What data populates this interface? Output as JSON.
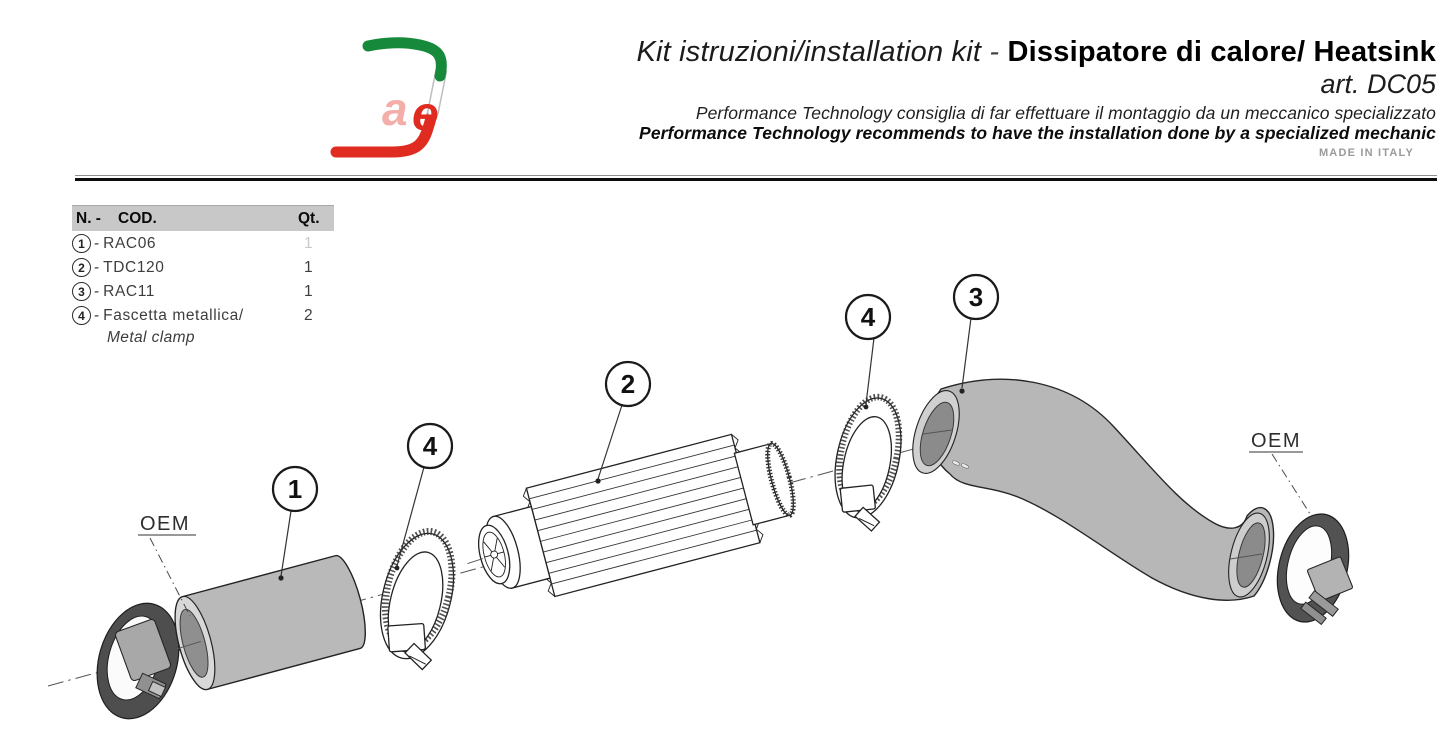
{
  "header": {
    "logo_text_a": "a",
    "logo_text_e": "e",
    "title_italic": "Kit istruzioni/installation kit",
    "title_separator": " - ",
    "title_bold": "Dissipatore di calore/ Heatsink",
    "article": "art. DC05",
    "subtitle_it": "Performance Technology consiglia di far effettuare il montaggio da un meccanico specializzato",
    "subtitle_en": "Performance Technology recommends to have the installation done by a specialized mechanic",
    "made_in": "MADE IN ITALY",
    "colors": {
      "green": "#168a3a",
      "red": "#e02b20"
    }
  },
  "parts_table": {
    "col_number": "N. -",
    "col_code": "COD.",
    "col_qty": "Qt.",
    "rows": [
      {
        "num": "1",
        "code": "RAC06",
        "qty": "1"
      },
      {
        "num": "2",
        "code": "TDC120",
        "qty": "1"
      },
      {
        "num": "3",
        "code": "RAC11",
        "qty": "1"
      },
      {
        "num": "4",
        "code": "Fascetta metallica/",
        "code_line2": "Metal clamp",
        "qty": "2"
      }
    ]
  },
  "diagram": {
    "callouts": [
      {
        "label": "1"
      },
      {
        "label": "4"
      },
      {
        "label": "2"
      },
      {
        "label": "4"
      },
      {
        "label": "3"
      }
    ],
    "oem_left": "OEM",
    "oem_right": "OEM"
  }
}
